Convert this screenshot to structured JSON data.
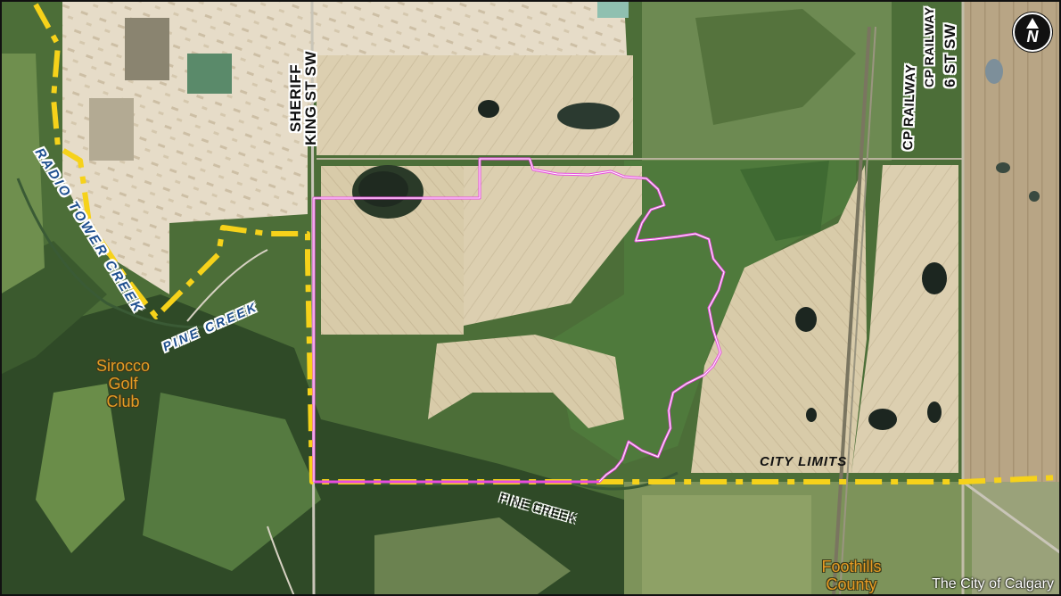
{
  "map": {
    "roads": {
      "sheriff_king": [
        "SHERIFF",
        "KING ST SW"
      ],
      "cp_railway_left": "CP RAILWAY",
      "cp_railway_right": "CP RAILWAY",
      "sixth_st": "6 ST SW"
    },
    "creeks": {
      "radio_tower": "RADIO TOWER CREEK",
      "pine_creek_upper": "PINE CREEK",
      "pine_creek_lower": "PINE CREEK"
    },
    "places": {
      "sirocco": [
        "Sirocco",
        "Golf",
        "Club"
      ],
      "foothills": [
        "Foothills",
        "County"
      ]
    },
    "city_limits_label": "CITY LIMITS",
    "north_arrow_label": "N",
    "credit": "The City of Calgary",
    "colors": {
      "city_limits": "#f6d21a",
      "study_area": "#e84be0",
      "field": "#dccfb0",
      "grass": "#4f7a3c",
      "forest": "#2d4a26"
    },
    "icons": [
      "north-arrow-icon"
    ]
  }
}
